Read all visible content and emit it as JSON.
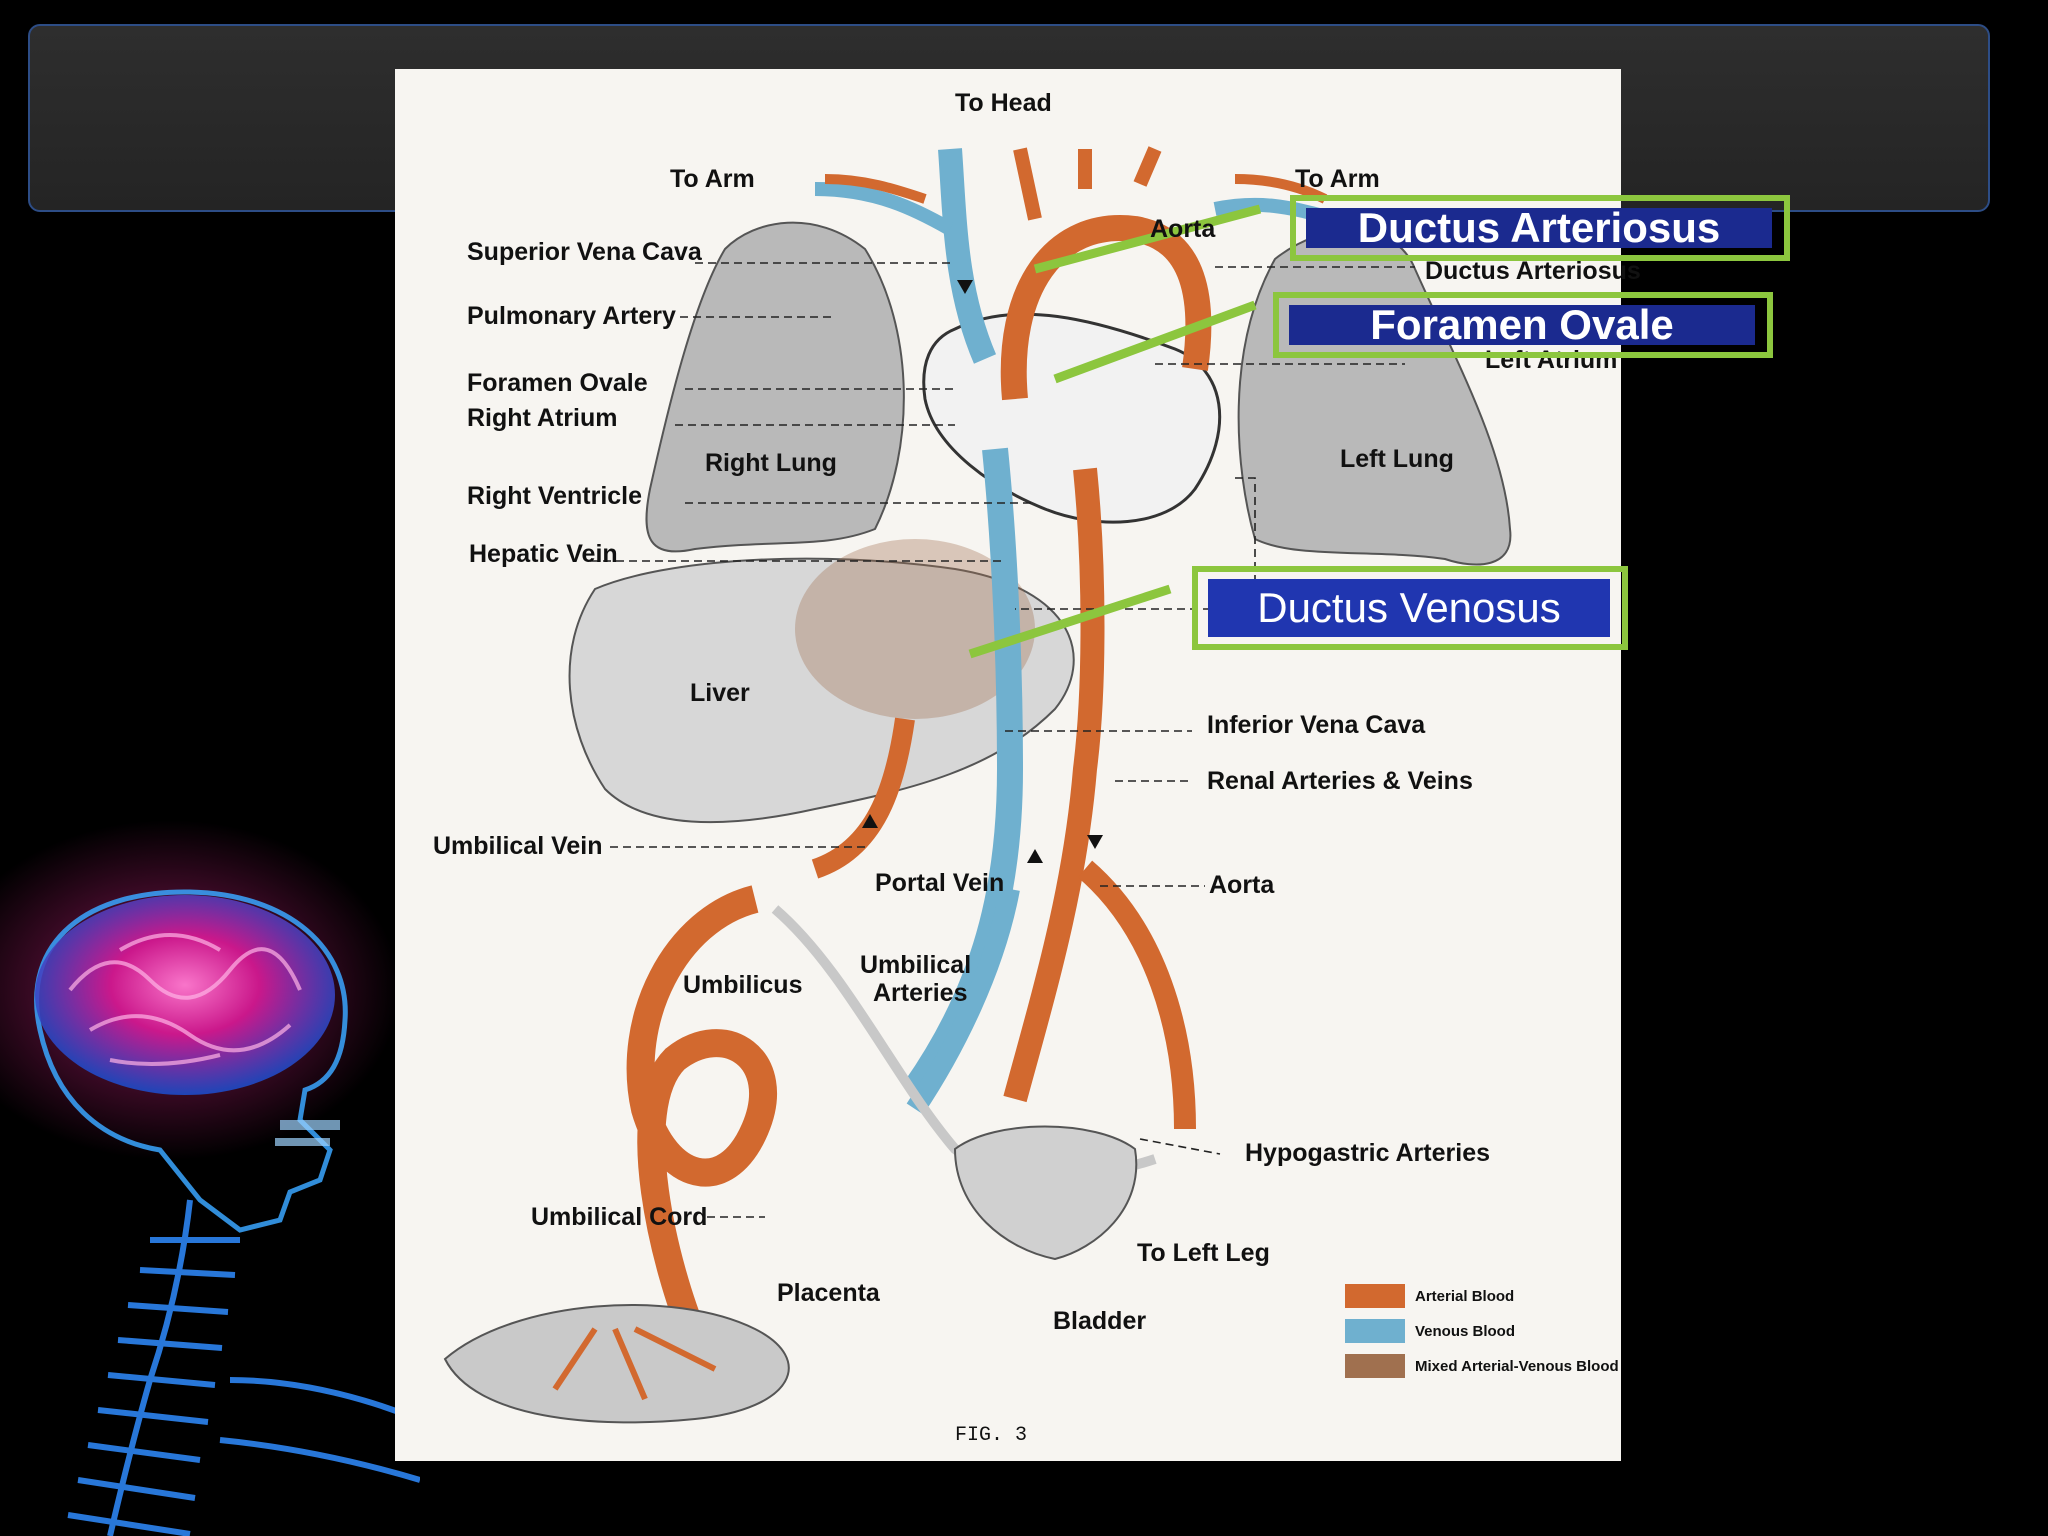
{
  "diagram": {
    "labels": {
      "to_head": "To Head",
      "to_arm_left": "To Arm",
      "to_arm_right": "To Arm",
      "superior_vena_cava": "Superior Vena Cava",
      "pulmonary_artery": "Pulmonary Artery",
      "foramen_ovale": "Foramen Ovale",
      "right_atrium": "Right Atrium",
      "right_lung": "Right Lung",
      "right_ventricle": "Right Ventricle",
      "hepatic_vein": "Hepatic Vein",
      "aorta_top": "Aorta",
      "ductus_arteriosus": "Ductus Arteriosus",
      "left_atrium": "Left Atrium",
      "left_lung": "Left Lung",
      "liver": "Liver",
      "inferior_vena_cava": "Inferior Vena Cava",
      "renal_arteries_veins": "Renal Arteries & Veins",
      "umbilical_vein": "Umbilical Vein",
      "portal_vein": "Portal Vein",
      "aorta": "Aorta",
      "umbilicus": "Umbilicus",
      "umbilical": "Umbilical",
      "arteries": "Arteries",
      "hypogastric_arteries": "Hypogastric Arteries",
      "umbilical_cord": "Umbilical Cord",
      "to_left_leg": "To Left Leg",
      "placenta": "Placenta",
      "bladder": "Bladder",
      "fig": "FIG.  3"
    },
    "legend": [
      {
        "label": "Arterial Blood",
        "color": "#d2692f"
      },
      {
        "label": "Venous Blood",
        "color": "#6fb0cf"
      },
      {
        "label": "Mixed Arterial-Venous Blood",
        "color": "#a0704f"
      }
    ],
    "colors": {
      "arterial": "#d2692f",
      "venous": "#6fb0cf",
      "mixed": "#a0704f",
      "organ": "#b9b9b9"
    }
  },
  "callouts": [
    {
      "text": "Ductus  Arteriosus",
      "color": "#8cc63e"
    },
    {
      "text": "Foramen Ovale",
      "color": "#8cc63e"
    },
    {
      "text": "Ductus Venosus",
      "color": "#8cc63e"
    }
  ]
}
